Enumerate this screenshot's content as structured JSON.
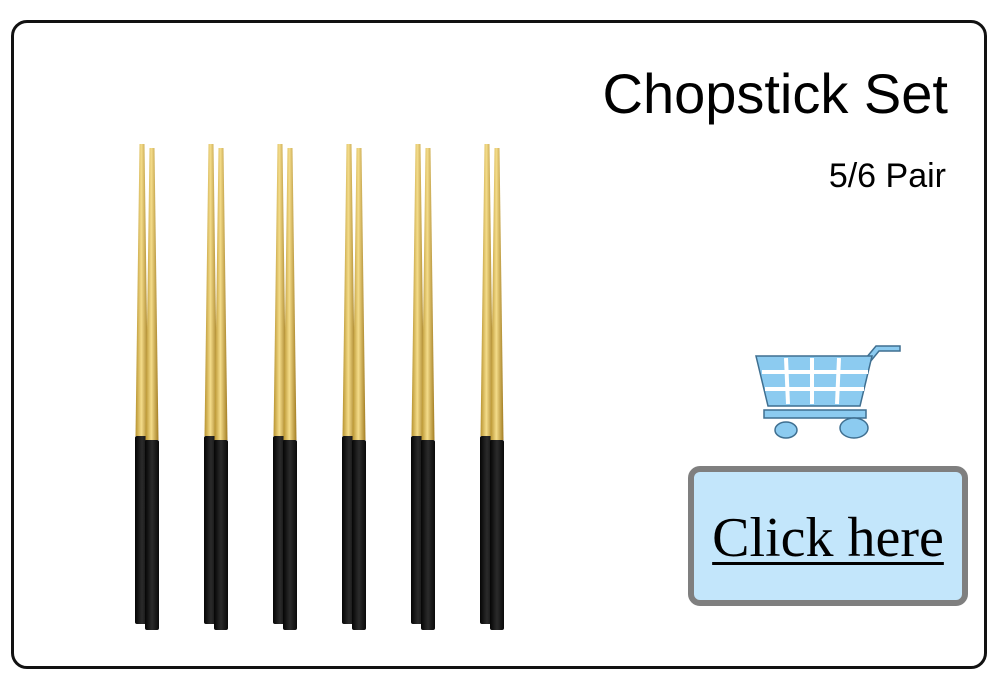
{
  "product": {
    "title": "Chopstick Set",
    "subtitle": "5/6 Pair"
  },
  "cta": {
    "label": "Click here"
  },
  "icons": {
    "cart": "shopping-cart-icon"
  },
  "colors": {
    "gold": "#e2c25a",
    "black_handle": "#151515",
    "cart_blue": "#8ccbf0",
    "button_fill": "#c3e6fb",
    "button_border": "#7f7f7f"
  },
  "chopstick_pairs": 6
}
